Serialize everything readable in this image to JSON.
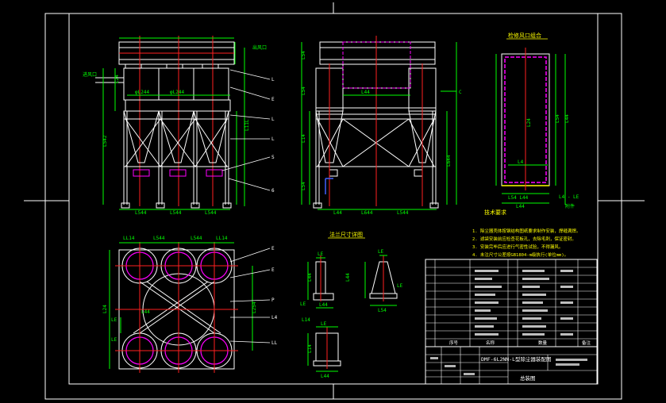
{
  "colors": {
    "background": "#000000",
    "frame": "#ffffff",
    "structure": "#ffffff",
    "dimension": "#00ff00",
    "centerline": "#ff2020",
    "filter_bag": "#ff00ff",
    "annotation": "#ffff00",
    "leader": "#ffffff",
    "accent_blue": "#4060ff"
  },
  "front_view": {
    "inlet_label": "进风口",
    "top_dim": "出风口",
    "overall_width_dims": [
      "L544",
      "L544",
      "L544"
    ],
    "pitch_dims": [
      "φL244",
      "φL244"
    ],
    "height_dims": [
      "L24",
      "L11L",
      "L542"
    ],
    "bottom_dims": [
      "L544",
      "L544",
      "L544"
    ]
  },
  "side_view": {
    "height_dims": [
      "L54",
      "L54",
      "L14",
      "L54",
      "L644"
    ],
    "top_dims": [
      "L44",
      "L44"
    ],
    "bottom_dims": [
      "L644",
      "L544",
      "L44"
    ],
    "flow_label": "C"
  },
  "vent_detail": {
    "title": "检修风口组合",
    "dims": [
      "L54",
      "L44",
      "L44L",
      "L24",
      "L4",
      "L54 L44",
      "L4 - LE",
      "L44"
    ],
    "note": "附件"
  },
  "top_plan": {
    "top_dims": [
      "LL14",
      "L544",
      "L544",
      "LL14"
    ],
    "side_dims": [
      "L24",
      "LE",
      "LE",
      "L254"
    ],
    "center_mark": "L44"
  },
  "flange_detail": {
    "title": "法兰尺寸详图",
    "dims": [
      "LE",
      "L44",
      "LE",
      "L44",
      "L44",
      "LE",
      "L54",
      "LE",
      "L14",
      "L44",
      "LE",
      "L14"
    ]
  },
  "callouts": [
    "L",
    "E",
    "L",
    "L",
    "S",
    "6",
    "E",
    "E",
    "P",
    "L4",
    "LL"
  ],
  "tech_notes": {
    "title": "技术要求",
    "lines": [
      "1. 除尘器壳体按钢结构图纸要求制作安装，焊缝满焊。",
      "2. 滤袋安装前应检查花板孔，去除毛刺，保证密封。",
      "3. 安装完毕后应进行气密性试验，不得漏风。",
      "4. 未注尺寸公差按GB1804-m级执行(单位mm)。"
    ]
  },
  "title_block": {
    "drawing_title": "DMF-6L2NN-L型除尘器装配图",
    "drawing_no": "总装图",
    "header_seq": "序号",
    "header_name": "名称",
    "header_qty": "数量",
    "header_note": "备注"
  }
}
